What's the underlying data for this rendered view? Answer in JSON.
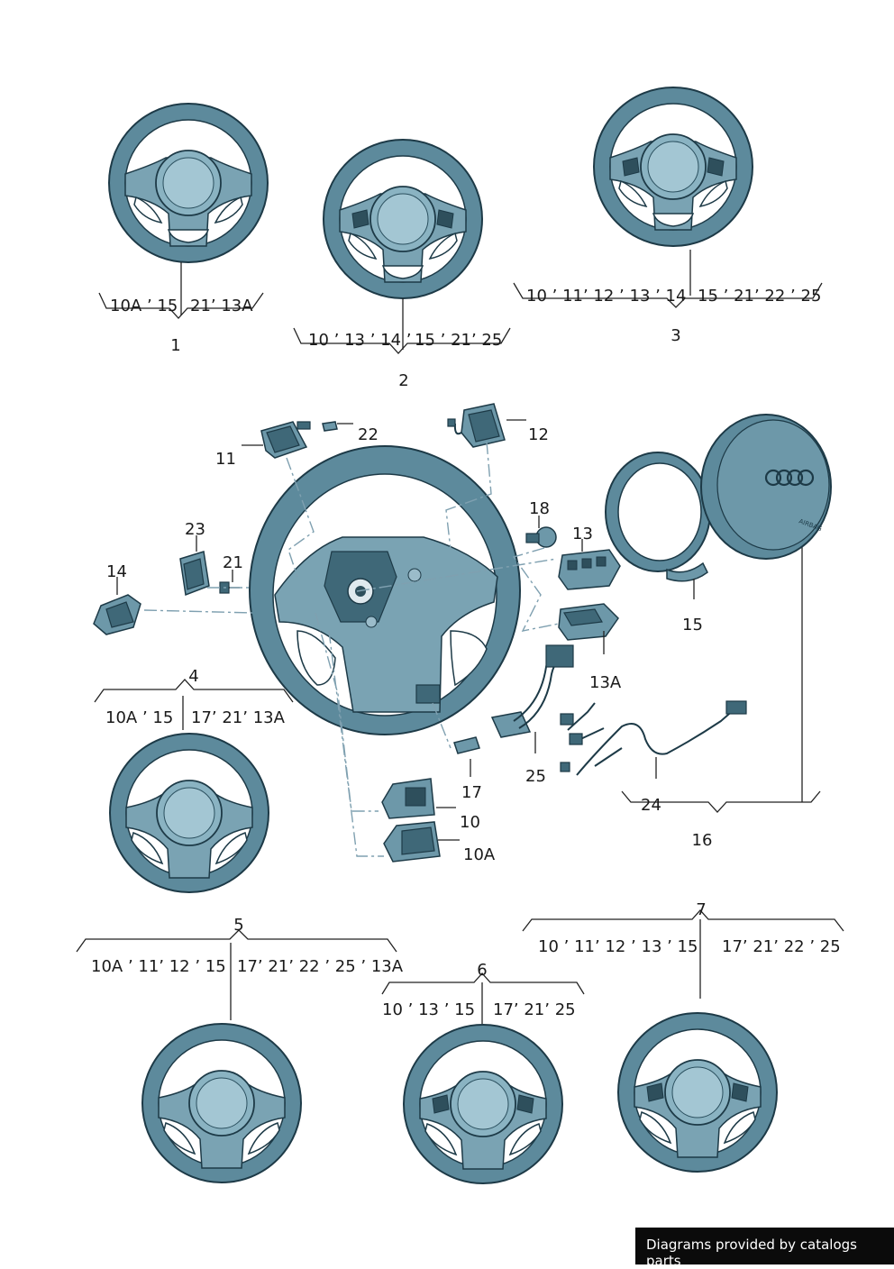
{
  "groups": [
    {
      "id": "1",
      "left": "10A ’ 15",
      "right": "21’ 13A"
    },
    {
      "id": "2",
      "left": "10 ’ 13 ’ 14 ’",
      "right": "15 ’ 21’ 25"
    },
    {
      "id": "3",
      "left": "10 ’ 11’ 12 ’ 13 ’ 14",
      "right": "15 ’ 21’ 22 ’ 25"
    },
    {
      "id": "4",
      "left": "10A ’ 15",
      "right": "17’ 21’ 13A"
    },
    {
      "id": "5",
      "left": "10A  ’ 11’ 12 ’ 15",
      "right": "17’ 21’ 22 ’ 25 ’ 13A"
    },
    {
      "id": "6",
      "left": "10 ’ 13 ’ 15",
      "right": "17’ 21’ 25"
    },
    {
      "id": "7",
      "left": "10 ’ 11’ 12 ’ 13 ’ 15",
      "right": "17’ 21’ 22 ’ 25"
    },
    {
      "id": "16",
      "left": "24",
      "right": ""
    }
  ],
  "parts": {
    "p10": "10",
    "p10a": "10A",
    "p11": "11",
    "p12": "12",
    "p13": "13",
    "p13a": "13A",
    "p14": "14",
    "p15": "15",
    "p17": "17",
    "p18": "18",
    "p21": "21",
    "p22": "22",
    "p23": "23",
    "p25": "25"
  },
  "airbag_text": "AIRBAG",
  "footer": "Diagrams provided by catalogs parts",
  "colors": {
    "metal": "#5d8a9c",
    "outline": "#1d3a47",
    "light": "#a3c6d3"
  }
}
